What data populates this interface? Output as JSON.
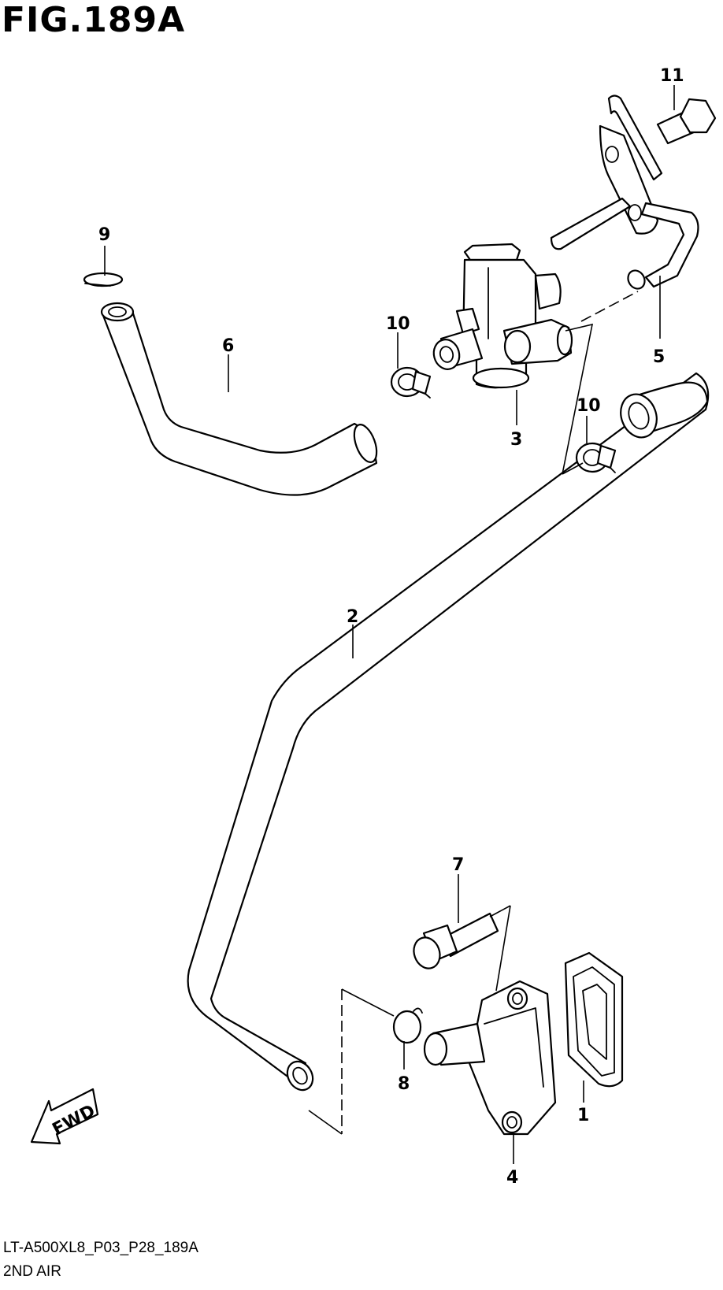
{
  "figure": {
    "title": "FIG.189A",
    "code": "LT-A500XL8_P03_P28_189A",
    "name": "2ND AIR"
  },
  "callouts": [
    {
      "id": "p1",
      "label": "1"
    },
    {
      "id": "p2",
      "label": "2"
    },
    {
      "id": "p3",
      "label": "3"
    },
    {
      "id": "p4",
      "label": "4"
    },
    {
      "id": "p5",
      "label": "5"
    },
    {
      "id": "p6",
      "label": "6"
    },
    {
      "id": "p7",
      "label": "7"
    },
    {
      "id": "p8",
      "label": "8"
    },
    {
      "id": "p9",
      "label": "9"
    },
    {
      "id": "p10a",
      "label": "10"
    },
    {
      "id": "p10b",
      "label": "10"
    },
    {
      "id": "p11",
      "label": "11"
    }
  ],
  "direction_indicator": {
    "label": "FWD",
    "icon": "fwd-arrow-icon"
  },
  "colors": {
    "line": "#000000",
    "background": "#ffffff"
  }
}
